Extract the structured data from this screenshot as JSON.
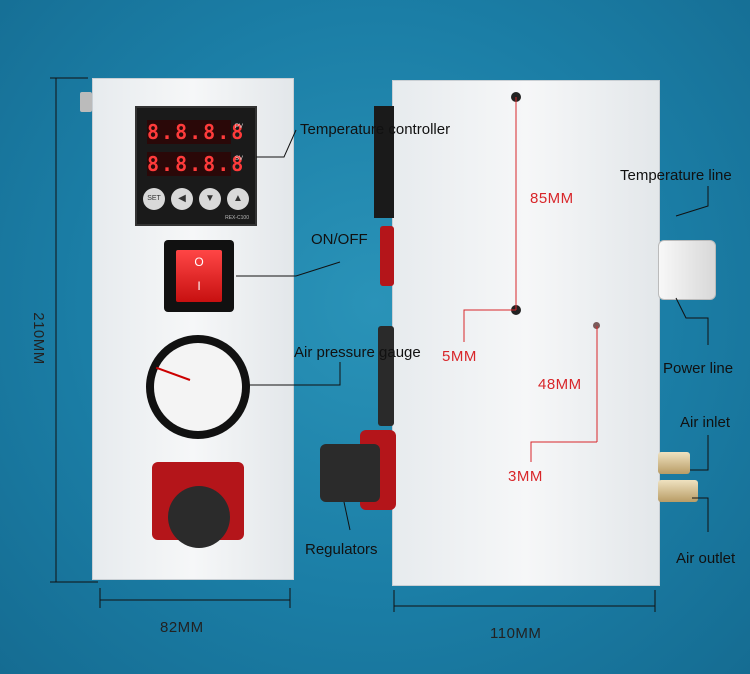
{
  "labels": {
    "temperature_controller": "Temperature controller",
    "on_off": "ON/OFF",
    "air_pressure_gauge": "Air pressure gauge",
    "regulators": "Regulators",
    "temperature_line": "Temperature line",
    "power_line": "Power line",
    "air_inlet": "Air inlet",
    "air_outlet": "Air outlet"
  },
  "dimensions": {
    "height": "210MM",
    "front_width": "82MM",
    "side_width": "110MM",
    "hole_spacing": "85MM",
    "hole_diameter": "5MM",
    "small_hole_spacing": "48MM",
    "small_hole_diameter": "3MM"
  },
  "controller": {
    "pv_display": "8.8.8.8",
    "sv_display": "8.8.8.8",
    "pv_tag": "PV",
    "sv_tag": "SV",
    "model": "REX-C100",
    "keys": [
      "SET",
      "◀",
      "▼",
      "▲"
    ]
  },
  "switch": {
    "symbol_top": "O",
    "symbol_bottom": "I"
  },
  "colors": {
    "background": "#1b7ea6",
    "dimension_red": "#d8262a",
    "switch_red": "#e02020"
  }
}
